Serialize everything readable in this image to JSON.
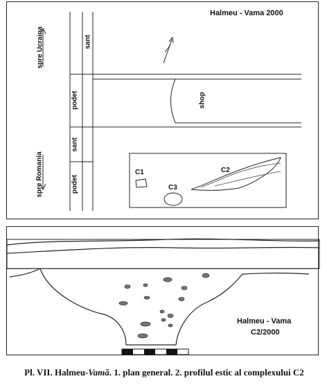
{
  "plan": {
    "title": "Halmeu - Vama 2000",
    "direction_top": "spre Ucraina",
    "direction_bottom": "spre Romania",
    "road_segments": [
      "sant",
      "podet",
      "sant",
      "podet"
    ],
    "building_label": "shop",
    "features": [
      "C1",
      "C2",
      "C3"
    ]
  },
  "profile": {
    "site": "Halmeu - Vama",
    "complex": "C2/2000"
  },
  "caption": {
    "plate": "Pl. VII.",
    "site": "Halmeu-",
    "site_italic": "Vamă",
    "text": ". 1. plan general. 2. profilul estic al complexului C2"
  }
}
